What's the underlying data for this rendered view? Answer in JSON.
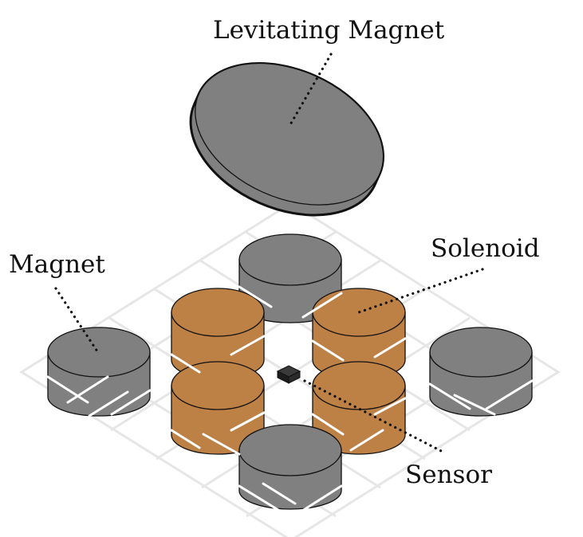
{
  "labels": {
    "levitating_magnet": "Levitating Magnet",
    "magnet": "Magnet",
    "solenoid": "Solenoid",
    "sensor": "Sensor"
  },
  "colors": {
    "magnet": "#808080",
    "solenoid": "#BD8045",
    "grid": "#E6E6E6",
    "edge": "#111111",
    "sensor": "#333333"
  }
}
